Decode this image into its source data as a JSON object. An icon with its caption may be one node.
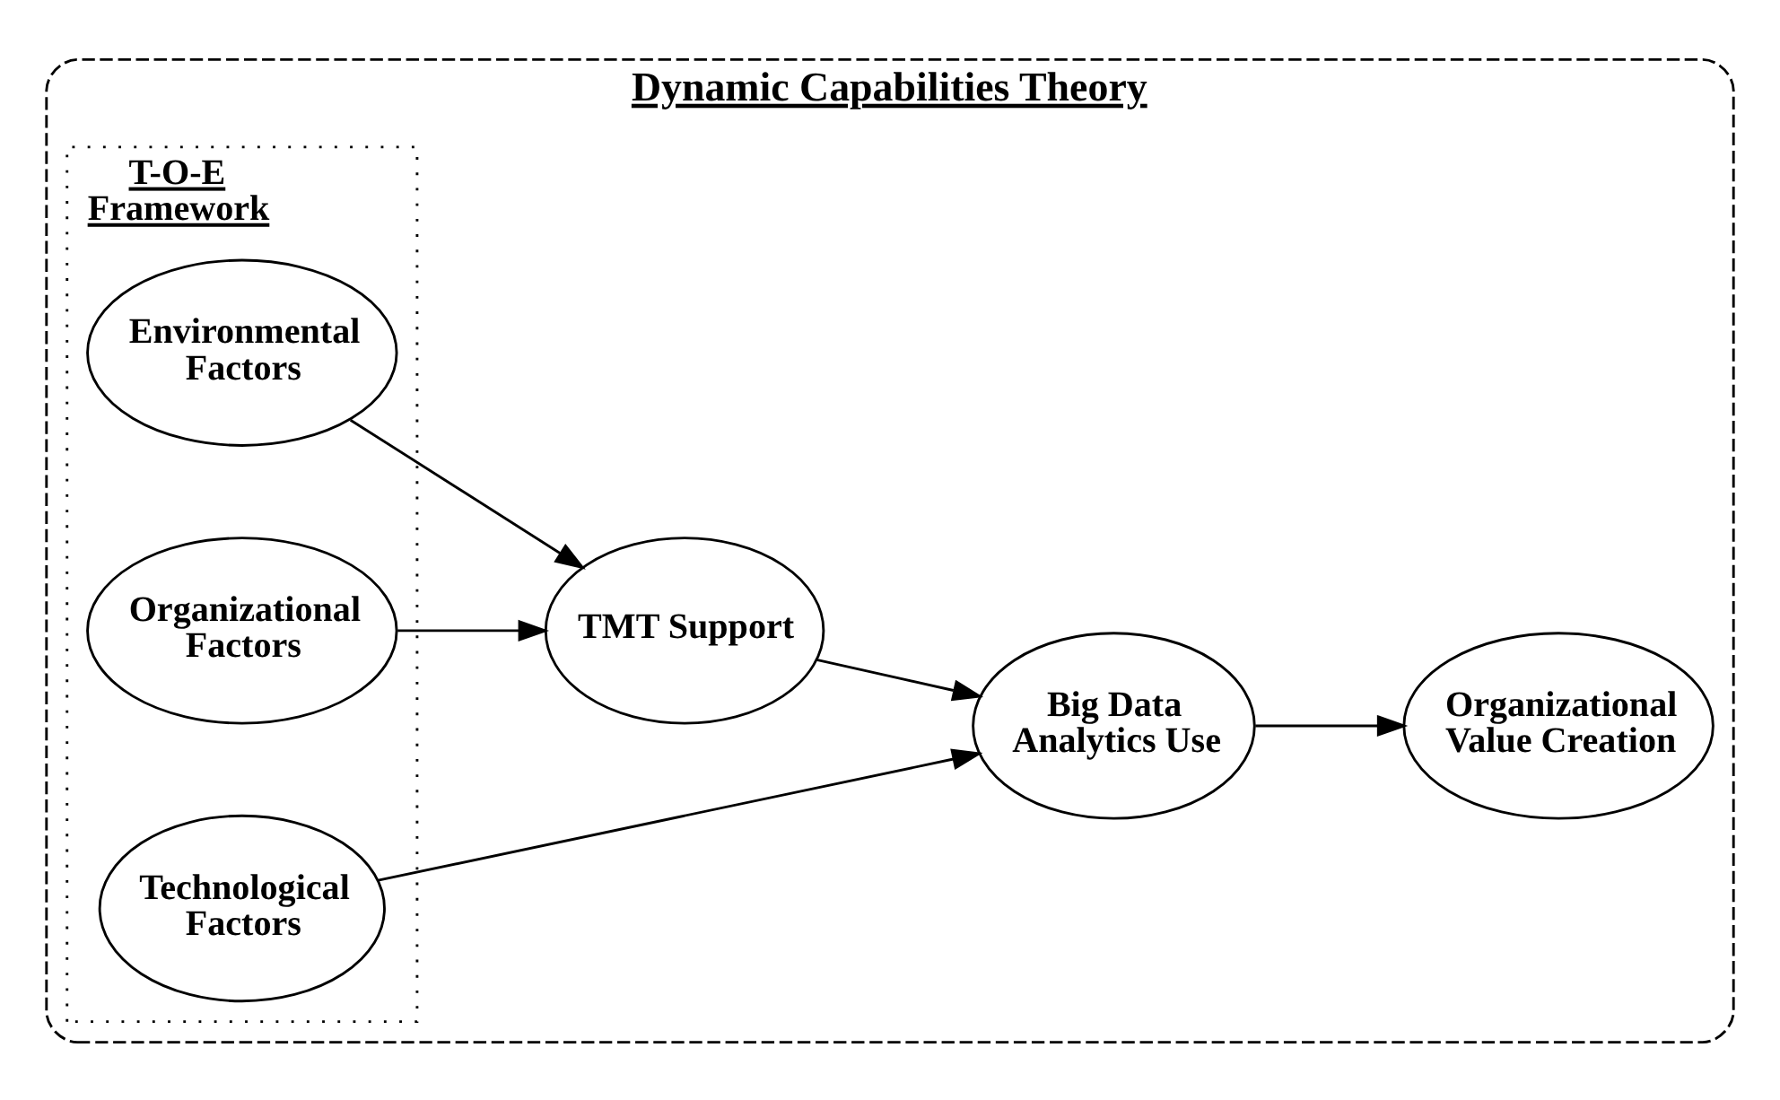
{
  "diagram": {
    "nodes": [
      {
        "text": [
          "Dynamic Capabilities Theory"
        ]
      },
      {
        "text": [
          "T-O-E Framework"
        ],
        "in": 0
      },
      {
        "text": [
          "Technological Factors"
        ],
        "in": 1
      },
      {
        "text": [
          "Organizational Factors"
        ],
        "in": 1
      },
      {
        "text": [
          "Environmental Factors"
        ],
        "in": 1
      },
      {
        "text": [
          "TMT Support"
        ],
        "in": 0
      },
      {
        "text": [
          "Big Data Analytics Use"
        ],
        "in": 0
      },
      {
        "text": [
          "Organizational Value Creation"
        ],
        "in": 0
      }
    ],
    "edges": [
      {
        "from": 2,
        "to": 6,
        "arrow": "to"
      },
      {
        "from": 3,
        "to": 5,
        "arrow": "to"
      },
      {
        "from": 4,
        "to": 5,
        "arrow": "to"
      },
      {
        "from": 5,
        "to": 6,
        "arrow": "to"
      },
      {
        "from": 6,
        "to": 7,
        "arrow": "to"
      }
    ]
  }
}
